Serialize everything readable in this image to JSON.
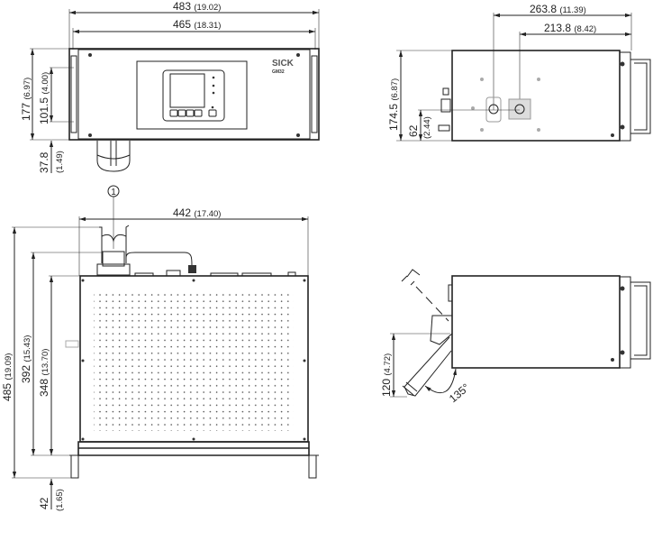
{
  "front_view": {
    "width_overall": {
      "value": "483",
      "inch": "(19.02)"
    },
    "width_body": {
      "value": "465",
      "inch": "(18.31)"
    },
    "height": {
      "value": "177",
      "inch": "(6.97)"
    },
    "mount_spacing": {
      "value": "101.5",
      "inch": "(4.00)"
    },
    "handle_drop": {
      "value": "37.8",
      "inch": "(1.49)"
    },
    "logo": "SICK",
    "model": "GM32"
  },
  "side_view": {
    "depth_1": {
      "value": "263.8",
      "inch": "(11.39)"
    },
    "depth_2": {
      "value": "213.8",
      "inch": "(8.42)"
    },
    "height": {
      "value": "174.5",
      "inch": "(6.87)"
    },
    "port_height": {
      "value": "62",
      "inch": "(2.44)"
    }
  },
  "top_view": {
    "callout": "1",
    "width": {
      "value": "442",
      "inch": "(17.40)"
    },
    "depth_total": {
      "value": "485",
      "inch": "(19.09)"
    },
    "depth_2": {
      "value": "392",
      "inch": "(15.43)"
    },
    "depth_body": {
      "value": "348",
      "inch": "(13.70)"
    },
    "feet": {
      "value": "42",
      "inch": "(1.65)"
    }
  },
  "tilt_view": {
    "height": {
      "value": "120",
      "inch": "(4.72)"
    },
    "angle": "135°"
  }
}
